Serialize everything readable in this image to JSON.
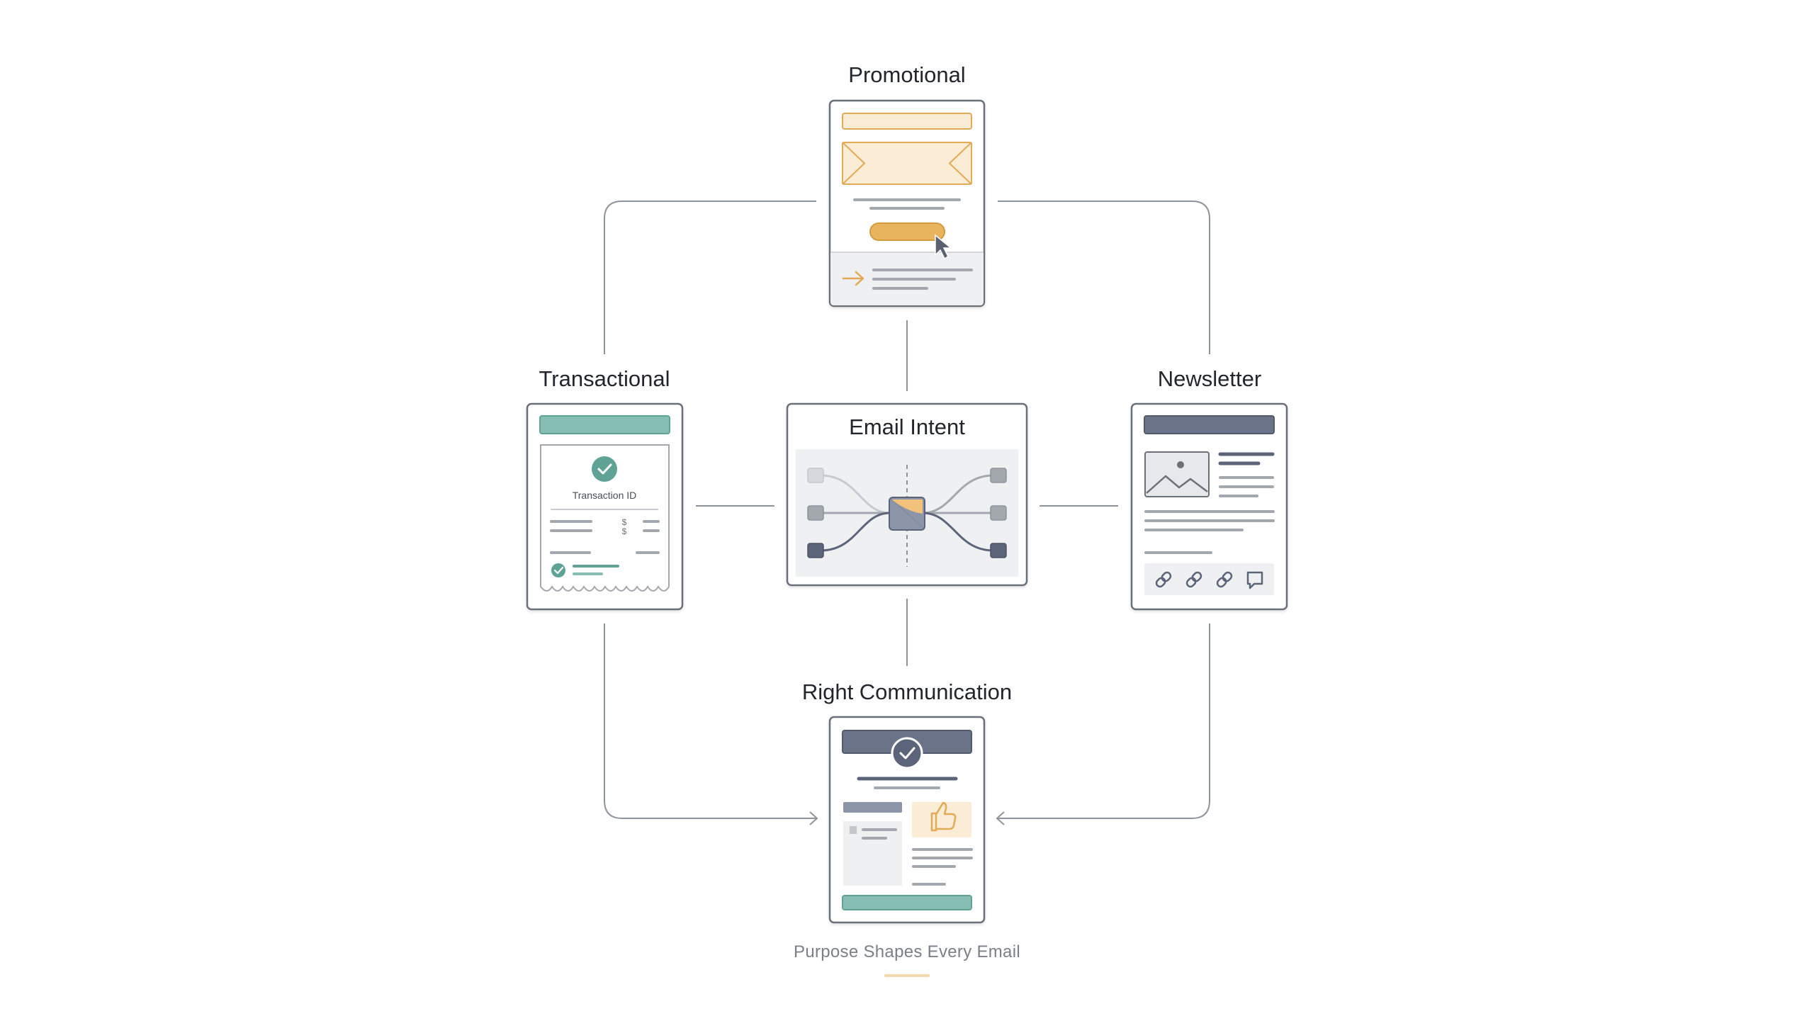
{
  "diagram": {
    "nodes": {
      "promotional": {
        "label": "Promotional"
      },
      "transactional": {
        "label": "Transactional",
        "transaction_label": "Transaction ID"
      },
      "center": {
        "label": "Email Intent"
      },
      "newsletter": {
        "label": "Newsletter"
      },
      "result": {
        "label": "Right Communication"
      }
    },
    "footer": {
      "caption": "Purpose Shapes Every Email"
    },
    "colors": {
      "line": "#8e949b",
      "card_border": "#6b7079",
      "slate": "#6a7387",
      "teal": "#86beb4",
      "teal_dark": "#5fa397",
      "orange": "#e9b45e",
      "orange_light": "#fbecd6",
      "gray_light": "#eef0f2"
    }
  }
}
